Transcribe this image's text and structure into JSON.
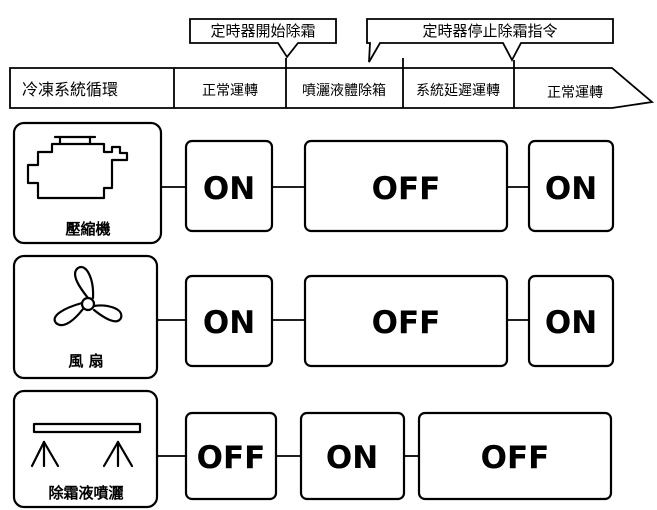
{
  "callouts": {
    "start_defrost": "定時器開始除霜",
    "stop_defrost": "定時器停止除霜指令"
  },
  "phases": {
    "cycle": "冷凍系統循環",
    "normal_1": "正常運轉",
    "spray": "噴灑液體除箱",
    "delay": "系統延遲運轉",
    "normal_2": "正常運轉"
  },
  "rows": {
    "compressor": {
      "label": "壓縮機",
      "states": [
        "ON",
        "OFF",
        "ON"
      ],
      "icon": "compressor-icon"
    },
    "fan": {
      "label": "風 扇",
      "states": [
        "ON",
        "OFF",
        "ON"
      ],
      "icon": "fan-icon"
    },
    "defrost_spray": {
      "label": "除霜液噴灑",
      "states": [
        "OFF",
        "ON",
        "OFF"
      ],
      "icon": "spray-icon"
    }
  }
}
